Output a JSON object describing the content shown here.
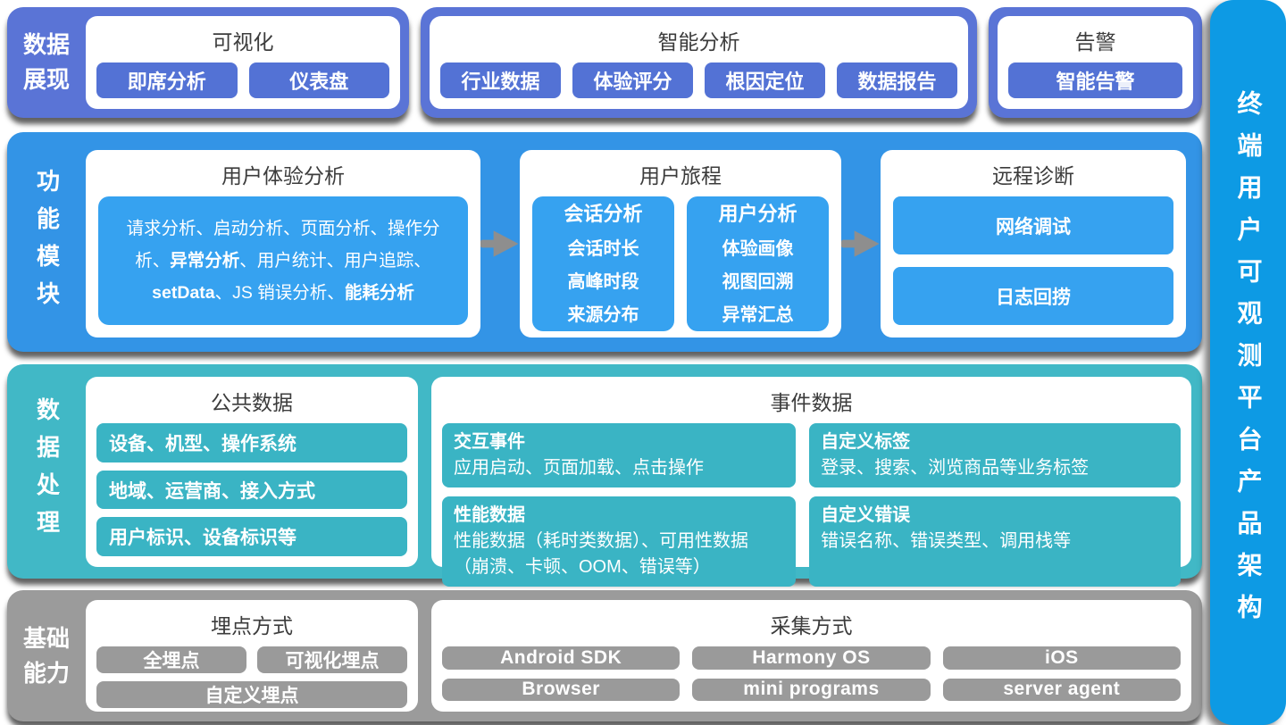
{
  "colors": {
    "presentation_band": "#5a74d6",
    "presentation_button": "#5372d5",
    "features_band": "#3394e6",
    "features_box": "#36a2f0",
    "processing_band": "#41b8c6",
    "processing_box": "#3ab4c4",
    "foundation_band": "#9b9b9b",
    "foundation_button": "#9a9a9a",
    "sidebar": "#0d9ae4",
    "arrow": "#8e8e8e",
    "card_background": "#ffffff",
    "card_title_text": "#3c3c3c"
  },
  "sidebar": {
    "title": "终端用户可观测平台产品架构"
  },
  "presentation": {
    "label_line1": "数据",
    "label_line2": "展现",
    "visualization": {
      "title": "可视化",
      "btn1": "即席分析",
      "btn2": "仪表盘"
    },
    "analysis": {
      "title": "智能分析",
      "btn1": "行业数据",
      "btn2": "体验评分",
      "btn3": "根因定位",
      "btn4": "数据报告"
    },
    "alert": {
      "title": "告警",
      "btn1": "智能告警"
    }
  },
  "features": {
    "label": "功能模块",
    "ux": {
      "title": "用户体验分析",
      "seg1": "请求分析、启动分析、页面分析、操作分析、",
      "seg2": "异常分析",
      "seg3": "、用户统计、用户追踪、",
      "seg4": "setData",
      "seg5": "、JS 销误分析、",
      "seg6": "能耗分析"
    },
    "journey": {
      "title": "用户旅程",
      "box1": {
        "l1": "会话分析",
        "l2": "会话时长",
        "l3": "高峰时段",
        "l4": "来源分布"
      },
      "box2": {
        "l1": "用户分析",
        "l2": "体验画像",
        "l3": "视图回溯",
        "l4": "异常汇总"
      }
    },
    "remote": {
      "title": "远程诊断",
      "btn1": "网络调试",
      "btn2": "日志回捞"
    }
  },
  "processing": {
    "label": "数据处理",
    "common": {
      "title": "公共数据",
      "item1": "设备、机型、操作系统",
      "item2": "地域、运营商、接入方式",
      "item3": "用户标识、设备标识等"
    },
    "events": {
      "title": "事件数据",
      "interaction": {
        "title": "交互事件",
        "desc": "应用启动、页面加载、点击操作"
      },
      "custom_tag": {
        "title": "自定义标签",
        "desc": "登录、搜索、浏览商品等业务标签"
      },
      "performance": {
        "title": "性能数据",
        "desc1": "性能数据（耗时类数据）、可用性数据",
        "desc2": "（崩溃、卡顿、OOM、错误等）"
      },
      "custom_error": {
        "title": "自定义错误",
        "desc": "错误名称、错误类型、调用栈等"
      }
    }
  },
  "foundation": {
    "label_line1": "基础",
    "label_line2": "能力",
    "tracking": {
      "title": "埋点方式",
      "btn1": "全埋点",
      "btn2": "可视化埋点",
      "btn3": "自定义埋点"
    },
    "collection": {
      "title": "采集方式",
      "btn1": "Android SDK",
      "btn2": "Harmony OS",
      "btn3": "iOS",
      "btn4": "Browser",
      "btn5": "mini programs",
      "btn6": "server agent"
    }
  }
}
